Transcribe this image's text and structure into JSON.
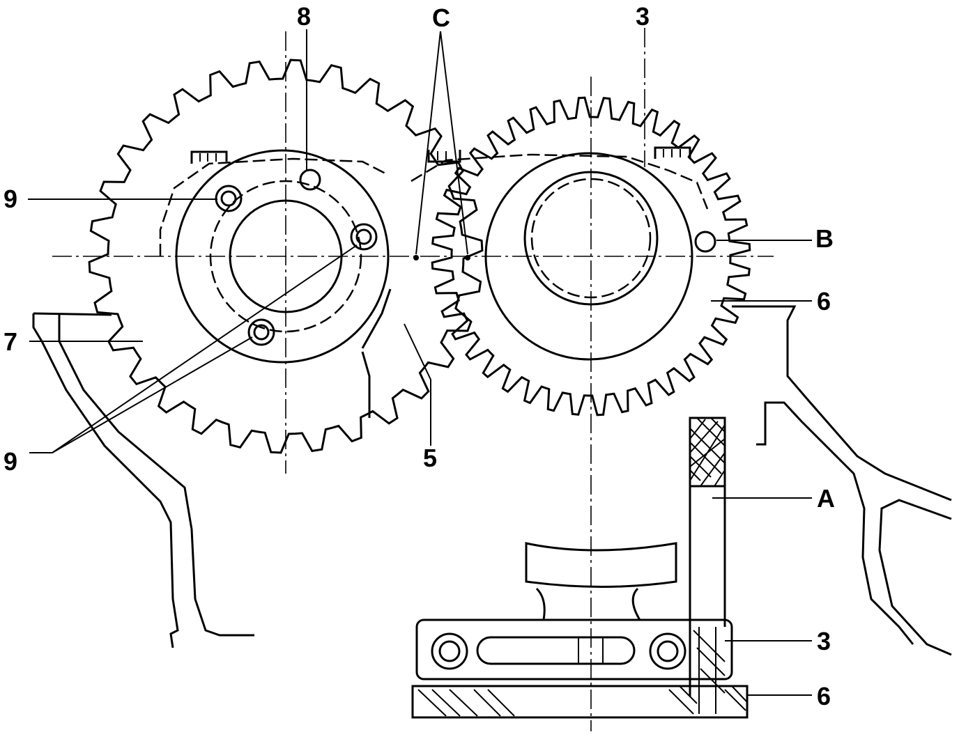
{
  "labels": {
    "l8": "8",
    "lC": "C",
    "l3_top": "3",
    "l9_upper": "9",
    "lB": "B",
    "l6_right": "6",
    "l7": "7",
    "l9_lower": "9",
    "l5": "5",
    "lA": "A",
    "l3_tool": "3",
    "l6_tool": "6"
  }
}
